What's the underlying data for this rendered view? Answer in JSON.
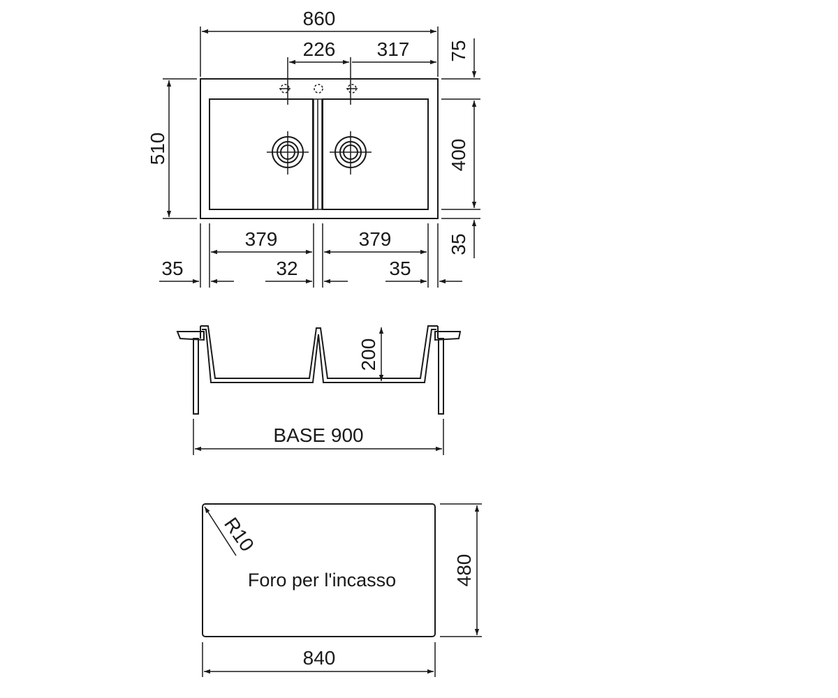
{
  "top_view": {
    "overall_width": "860",
    "tap_to_center": "226",
    "center_to_edge": "317",
    "rear_margin": "75",
    "overall_depth": "510",
    "bowl_depth": "400",
    "front_margin": "35",
    "bowl_width_left": "379",
    "bowl_width_right": "379",
    "side_margin_left": "35",
    "divider_width": "32",
    "side_margin_right": "35"
  },
  "side_view": {
    "bowl_height": "200",
    "base_label": "BASE 900"
  },
  "cutout": {
    "radius_label": "R10",
    "title": "Foro per l'incasso",
    "width": "840",
    "height": "480"
  }
}
